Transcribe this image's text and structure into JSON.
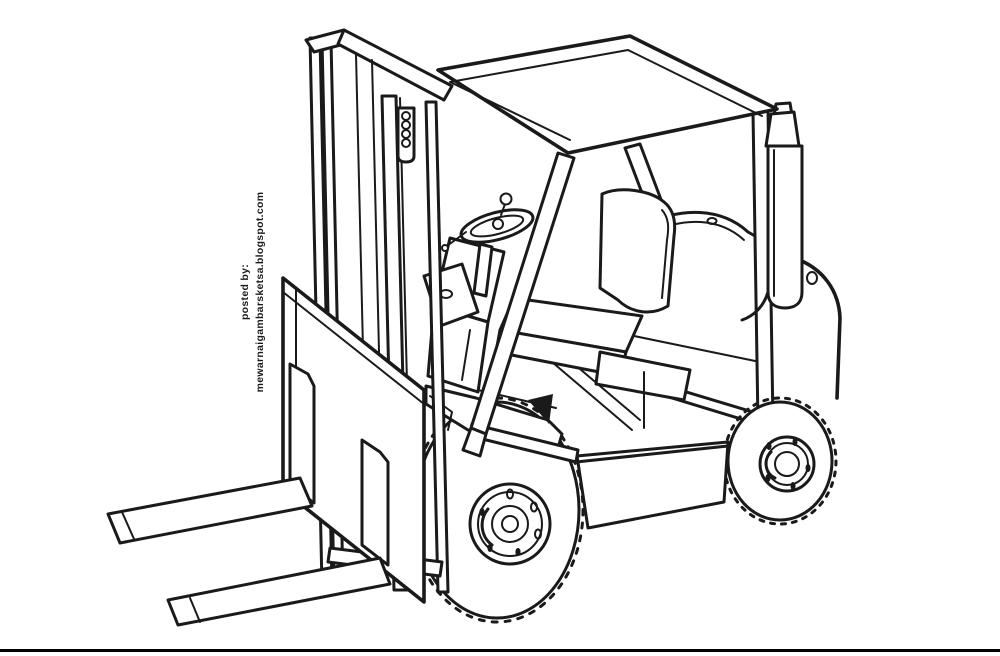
{
  "canvas": {
    "background_color": "#ffffff",
    "ink_color": "#1a1a1a"
  },
  "drawing": {
    "subject": "forklift-line-art"
  },
  "watermark": {
    "line1": "posted by:",
    "line2": "mewarnaigambarsketsa.blogspot.com"
  },
  "footer_rule": {
    "color": "#000000"
  }
}
